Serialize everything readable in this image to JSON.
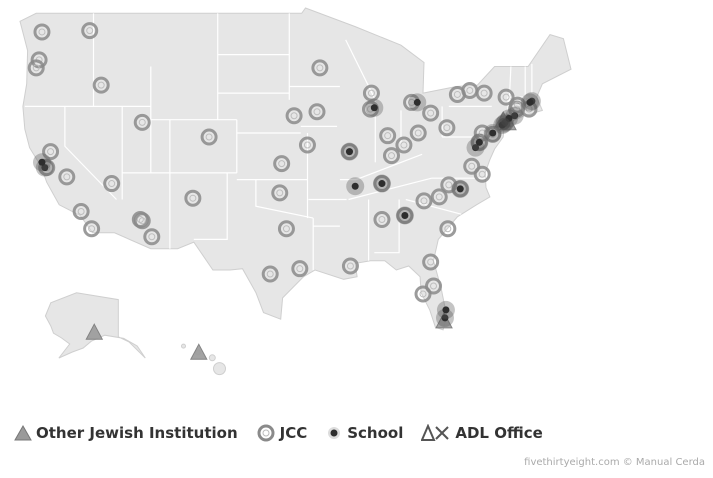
{
  "legend": {
    "other": "Other Jewish Institution",
    "jcc": "JCC",
    "school": "School",
    "adl": "ADL Office"
  },
  "credit": "fivethirtyeight.com © Manual Cerda",
  "colors": {
    "land": "#e6e6e6",
    "border": "#ffffff",
    "outline": "#cfcfcf",
    "marker": "#8a8a8a",
    "marker_dark": "#2e2e2e",
    "text": "#333333"
  },
  "icons": {
    "jcc": "jcc-ring-icon",
    "school": "school-dot-icon",
    "other": "triangle-icon",
    "adl": "adl-logo-icon"
  },
  "markers": {
    "jcc": [
      [
        -122.4,
        47.6
      ],
      [
        -122.7,
        45.5
      ],
      [
        -123.0,
        44.9
      ],
      [
        -116.2,
        43.6
      ],
      [
        -111.9,
        40.8
      ],
      [
        -104.9,
        39.7
      ],
      [
        -106.6,
        35.1
      ],
      [
        -112.1,
        33.5
      ],
      [
        -110.9,
        32.2
      ],
      [
        -115.1,
        36.2
      ],
      [
        -117.2,
        32.8
      ],
      [
        -118.3,
        34.1
      ],
      [
        -119.8,
        36.7
      ],
      [
        -121.9,
        37.4
      ],
      [
        -121.5,
        38.6
      ],
      [
        -93.3,
        44.9
      ],
      [
        -93.6,
        41.6
      ],
      [
        -96.0,
        41.3
      ],
      [
        -97.3,
        37.7
      ],
      [
        -94.6,
        39.1
      ],
      [
        -90.2,
        38.6
      ],
      [
        -96.8,
        32.8
      ],
      [
        -95.4,
        29.8
      ],
      [
        -98.5,
        29.4
      ],
      [
        -97.5,
        35.5
      ],
      [
        -90.1,
        30.0
      ],
      [
        -86.8,
        36.2
      ],
      [
        -85.8,
        38.3
      ],
      [
        -84.5,
        39.1
      ],
      [
        -83.0,
        40.0
      ],
      [
        -86.2,
        39.8
      ],
      [
        -87.9,
        43.0
      ],
      [
        -83.7,
        42.3
      ],
      [
        -81.7,
        41.5
      ],
      [
        -80.0,
        40.4
      ],
      [
        -84.4,
        33.8
      ],
      [
        -81.7,
        30.3
      ],
      [
        -82.5,
        27.9
      ],
      [
        -81.4,
        28.5
      ],
      [
        -80.8,
        35.2
      ],
      [
        -79.8,
        36.1
      ],
      [
        -78.6,
        35.8
      ],
      [
        -77.4,
        37.5
      ],
      [
        -76.3,
        36.9
      ],
      [
        -79.9,
        32.8
      ],
      [
        -76.6,
        39.3
      ],
      [
        -75.2,
        39.9
      ],
      [
        -77.6,
        43.2
      ],
      [
        -73.8,
        42.7
      ],
      [
        -76.1,
        43.0
      ],
      [
        -78.9,
        42.9
      ],
      [
        -72.7,
        41.8
      ],
      [
        -71.4,
        41.8
      ],
      [
        -72.6,
        42.1
      ],
      [
        -117.4,
        47.7
      ],
      [
        -82.4,
        34.9
      ],
      [
        -86.8,
        33.5
      ],
      [
        -76.3,
        40.0
      ],
      [
        -111.9,
        33.4
      ],
      [
        -88.0,
        41.8
      ]
    ],
    "school": [
      [
        -87.6,
        41.9
      ],
      [
        -83.1,
        42.3
      ],
      [
        -90.2,
        38.6
      ],
      [
        -86.8,
        36.2
      ],
      [
        -80.2,
        26.1
      ],
      [
        -80.1,
        26.7
      ],
      [
        -78.6,
        35.8
      ],
      [
        -77.0,
        38.9
      ],
      [
        -74.0,
        40.7
      ],
      [
        -73.9,
        40.8
      ],
      [
        -74.2,
        40.6
      ],
      [
        -75.2,
        40.0
      ],
      [
        -71.1,
        42.4
      ],
      [
        -71.3,
        42.3
      ],
      [
        -72.9,
        41.3
      ],
      [
        -73.5,
        41.1
      ],
      [
        -76.6,
        39.3
      ],
      [
        -122.1,
        37.4
      ],
      [
        -122.4,
        37.8
      ],
      [
        -89.6,
        36.0
      ],
      [
        -84.4,
        33.8
      ]
    ],
    "other": [
      [
        -149.9,
        61.2
      ],
      [
        -157.8,
        21.3
      ],
      [
        -80.3,
        25.8
      ],
      [
        -74.1,
        40.9
      ],
      [
        -73.6,
        40.7
      ]
    ],
    "adl": [
      [
        -74.0,
        40.7
      ]
    ]
  }
}
